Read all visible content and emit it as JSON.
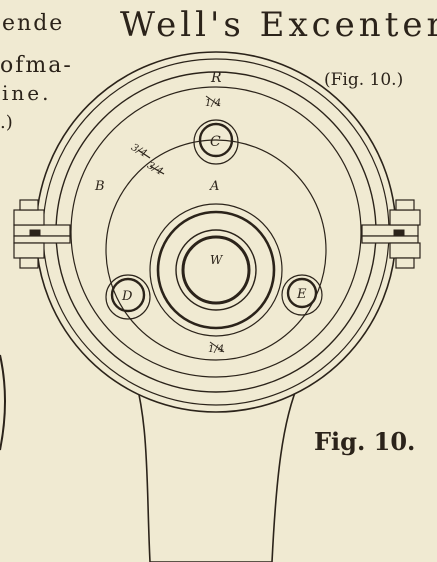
{
  "page": {
    "title": "Well's Excenter.",
    "fig_caption_top": "(Fig. 10.)",
    "fig_caption_bottom": "Fig. 10.",
    "side_text_lines": [
      "ende",
      "ofma-",
      "ine.",
      ".)"
    ]
  },
  "labels": {
    "ring": "R",
    "fraction_top": "1/4",
    "pin_c": "C",
    "fraction_left_1": "3/4",
    "fraction_left_2": "3/4",
    "b": "B",
    "a": "A",
    "w": "W",
    "pin_d": "D",
    "pin_e": "E",
    "fraction_bottom": "1/4"
  },
  "colors": {
    "paper": "#f0ead2",
    "ink": "#2b231a",
    "shade": "#d9d2b8"
  }
}
